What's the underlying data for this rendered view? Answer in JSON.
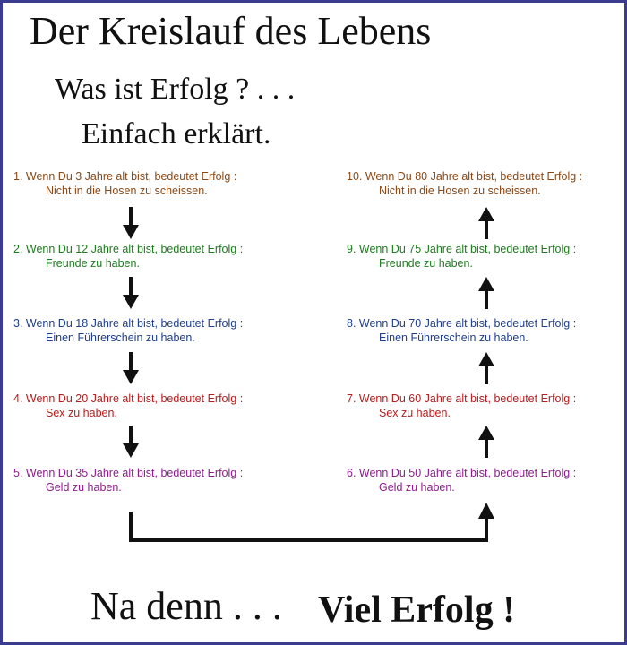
{
  "title": "Der Kreislauf des Lebens",
  "subtitle": "Was ist Erfolg ? . . .",
  "subtitle2": "Einfach erklärt.",
  "colors": {
    "age_3_80": "#8a4a18",
    "age_12_75": "#1f7a1f",
    "age_18_70": "#1f3f8a",
    "age_20_60": "#b11f1f",
    "age_35_50": "#8a1f8a",
    "arrows": "#111111",
    "border": "#3b3b8f"
  },
  "left": [
    {
      "line1": "1. Wenn Du 3 Jahre alt bist, bedeutet Erfolg :",
      "line2": "Nicht in die Hosen zu scheissen.",
      "color": "#8a4a18"
    },
    {
      "line1": "2. Wenn Du 12 Jahre alt bist, bedeutet Erfolg :",
      "line2": "Freunde zu haben.",
      "color": "#1f7a1f"
    },
    {
      "line1": "3. Wenn Du 18 Jahre alt bist, bedeutet Erfolg :",
      "line2": "Einen Führerschein zu haben.",
      "color": "#1f3f8a"
    },
    {
      "line1": "4. Wenn Du 20 Jahre alt bist, bedeutet Erfolg :",
      "line2": "Sex zu haben.",
      "color": "#b11f1f"
    },
    {
      "line1": "5. Wenn Du 35 Jahre alt bist, bedeutet Erfolg :",
      "line2": "Geld zu haben.",
      "color": "#8a1f8a"
    }
  ],
  "right": [
    {
      "line1": "10. Wenn Du 80 Jahre alt bist, bedeutet Erfolg :",
      "line2": "Nicht in die Hosen zu scheissen.",
      "color": "#8a4a18"
    },
    {
      "line1": "9. Wenn Du 75 Jahre alt bist, bedeutet Erfolg :",
      "line2": "Freunde zu haben.",
      "color": "#1f7a1f"
    },
    {
      "line1": "8. Wenn Du 70 Jahre alt bist, bedeutet Erfolg :",
      "line2": "Einen Führerschein zu haben.",
      "color": "#1f3f8a"
    },
    {
      "line1": "7. Wenn Du 60 Jahre alt bist, bedeutet Erfolg :",
      "line2": "Sex zu haben.",
      "color": "#b11f1f"
    },
    {
      "line1": "6. Wenn Du 50 Jahre alt bist, bedeutet Erfolg :",
      "line2": "Geld zu haben.",
      "color": "#8a1f8a"
    }
  ],
  "footer_left": "Na denn . . .",
  "footer_right": "Viel Erfolg !"
}
